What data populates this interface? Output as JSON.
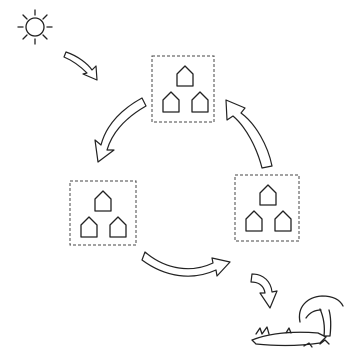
{
  "diagram": {
    "type": "cycle",
    "stage_count": 3,
    "houses_per_group": 3,
    "colors": {
      "line": "#222222",
      "background": "#ffffff"
    },
    "icons": [
      "sun-icon",
      "house-icon",
      "curved-arrow-icon",
      "animal-creature-icon",
      "grass-tuft-icon"
    ]
  }
}
